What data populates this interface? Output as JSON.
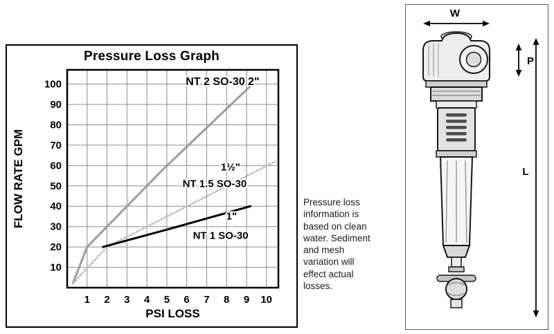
{
  "panels": {
    "note": {
      "text": "Pressure loss information is based on clean water.  Sediment and mesh variation will effect actual losses."
    },
    "diagram": {
      "labels": {
        "width": "W",
        "port": "P",
        "length": "L"
      }
    }
  },
  "chart_data": {
    "type": "line",
    "title": "Pressure Loss Graph",
    "xlabel": "PSI LOSS",
    "ylabel": "FLOW RATE GPM",
    "xlim": [
      0,
      10.6
    ],
    "ylim": [
      0,
      107
    ],
    "xticks": [
      1,
      2,
      3,
      4,
      5,
      6,
      7,
      8,
      9,
      10
    ],
    "yticks": [
      10,
      20,
      30,
      40,
      50,
      60,
      70,
      80,
      90,
      100
    ],
    "grid": true,
    "legend_position": "inline-annotations",
    "series": [
      {
        "name": "NT 2 SO-30 2\"",
        "color": "#9b9b9b",
        "width": 3,
        "dash": null,
        "points": [
          [
            0.28,
            2
          ],
          [
            1,
            20
          ],
          [
            4.8,
            58
          ],
          [
            9.3,
            100
          ]
        ]
      },
      {
        "name": "NT 1.5 SO-30 1½\"",
        "color": "#bcbcbc",
        "width": 2.5,
        "dash": "2 3",
        "points": [
          [
            0.28,
            2
          ],
          [
            2,
            20
          ],
          [
            10.45,
            62
          ]
        ]
      },
      {
        "name": "NT 1 SO-30 1\"",
        "color": "#000000",
        "width": 3,
        "dash": null,
        "points": [
          [
            1.8,
            20
          ],
          [
            5,
            28.5
          ],
          [
            9.2,
            40
          ]
        ]
      }
    ],
    "annotations": [
      {
        "text": "NT 2 SO-30 2\"",
        "x": 7.8,
        "y": 99.5,
        "size": 16
      },
      {
        "text": "1½\"",
        "x": 8.2,
        "y": 57.5,
        "size": 15
      },
      {
        "text": "NT 1.5 SO-30",
        "x": 7.4,
        "y": 49.5,
        "size": 15
      },
      {
        "text": "1\"",
        "x": 8.25,
        "y": 33.5,
        "size": 15
      },
      {
        "text": "NT 1 SO-30",
        "x": 7.7,
        "y": 24,
        "size": 15
      }
    ]
  }
}
